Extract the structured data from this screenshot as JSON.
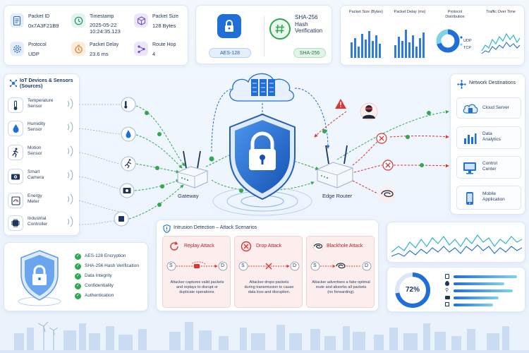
{
  "packet_info": [
    {
      "label": "Packet ID",
      "value": "0x7A3F21B9",
      "icon": "document-icon",
      "name": "packet-id"
    },
    {
      "label": "Timestamp",
      "value": "2025-05-22\n10:24:35.123",
      "icon": "clock-icon",
      "name": "timestamp"
    },
    {
      "label": "Packet Size",
      "value": "128 Bytes",
      "icon": "cube-icon",
      "name": "packet-size"
    },
    {
      "label": "Protocol",
      "value": "UDP",
      "icon": "gear-icon",
      "name": "protocol"
    },
    {
      "label": "Packet Delay",
      "value": "23.6 ms",
      "icon": "timer-icon",
      "name": "packet-delay"
    },
    {
      "label": "Route Hop",
      "value": "4",
      "icon": "route-icon",
      "name": "route-hop"
    }
  ],
  "crypto": {
    "aes_label": "AES-128",
    "sha_title": "SHA-256\nHash\nVerification",
    "sha_label": "SHA-256"
  },
  "charts": [
    {
      "name": "packet-size-chart",
      "title": "Packet Size (Bytes)"
    },
    {
      "name": "packet-delay-chart",
      "title": "Packet Delay (ms)"
    },
    {
      "name": "protocol-distribution-chart",
      "title": "Protocol\nDistribution"
    },
    {
      "name": "traffic-over-time-chart",
      "title": "Traffic Over Time"
    }
  ],
  "protocol_legend": [
    "UDP",
    "TCP"
  ],
  "devices": {
    "title": "IoT Devices & Sensors\n(Sources)",
    "items": [
      {
        "label": "Temperature\nSensor",
        "icon": "thermometer-icon"
      },
      {
        "label": "Humidity\nSensor",
        "icon": "droplet-icon"
      },
      {
        "label": "Motion\nSensor",
        "icon": "running-person-icon"
      },
      {
        "label": "Smart\nCamera",
        "icon": "camera-icon"
      },
      {
        "label": "Energy\nMeter",
        "icon": "meter-icon"
      },
      {
        "label": "Industrial\nController",
        "icon": "chip-icon"
      }
    ]
  },
  "network": {
    "gateway_label": "Gateway",
    "edge_router_label": "Edge Router"
  },
  "destinations": {
    "title": "Network Destinations",
    "items": [
      {
        "label": "Cloud Server",
        "icon": "cloud-server-icon"
      },
      {
        "label": "Data\nAnalytics",
        "icon": "bar-chart-icon"
      },
      {
        "label": "Control\nCenter",
        "icon": "monitor-icon"
      },
      {
        "label": "Mobile\nApplication",
        "icon": "smartphone-icon"
      }
    ]
  },
  "security_features": [
    "AES-128 Encryption",
    "SHA-256 Hash Verification",
    "Data Integrity",
    "Confidentiality",
    "Authentication"
  ],
  "intrusion": {
    "title": "Intrusion Detection – Attack Scenarios",
    "attacks": [
      {
        "name": "Replay Attack",
        "desc": "Attacker captures valid packets\nand replays to disrupt or\nduplicate operations."
      },
      {
        "name": "Drop Attack",
        "desc": "Attacker drops packets\nduring transmission to cause\ndata loss and disruption."
      },
      {
        "name": "Blackhole Attack",
        "desc": "Attacker advertises a fake optimal\nroute and absorbs all packets\n(no forwarding)."
      }
    ],
    "node_s": "S",
    "node_d": "D"
  },
  "gauge": {
    "value_label": "72%",
    "fraction": 0.72
  },
  "colors": {
    "accent": "#1f6fd6",
    "secure_green": "#2fa84f",
    "attack_red": "#d93636",
    "attack_panel": "#fdeeee"
  }
}
